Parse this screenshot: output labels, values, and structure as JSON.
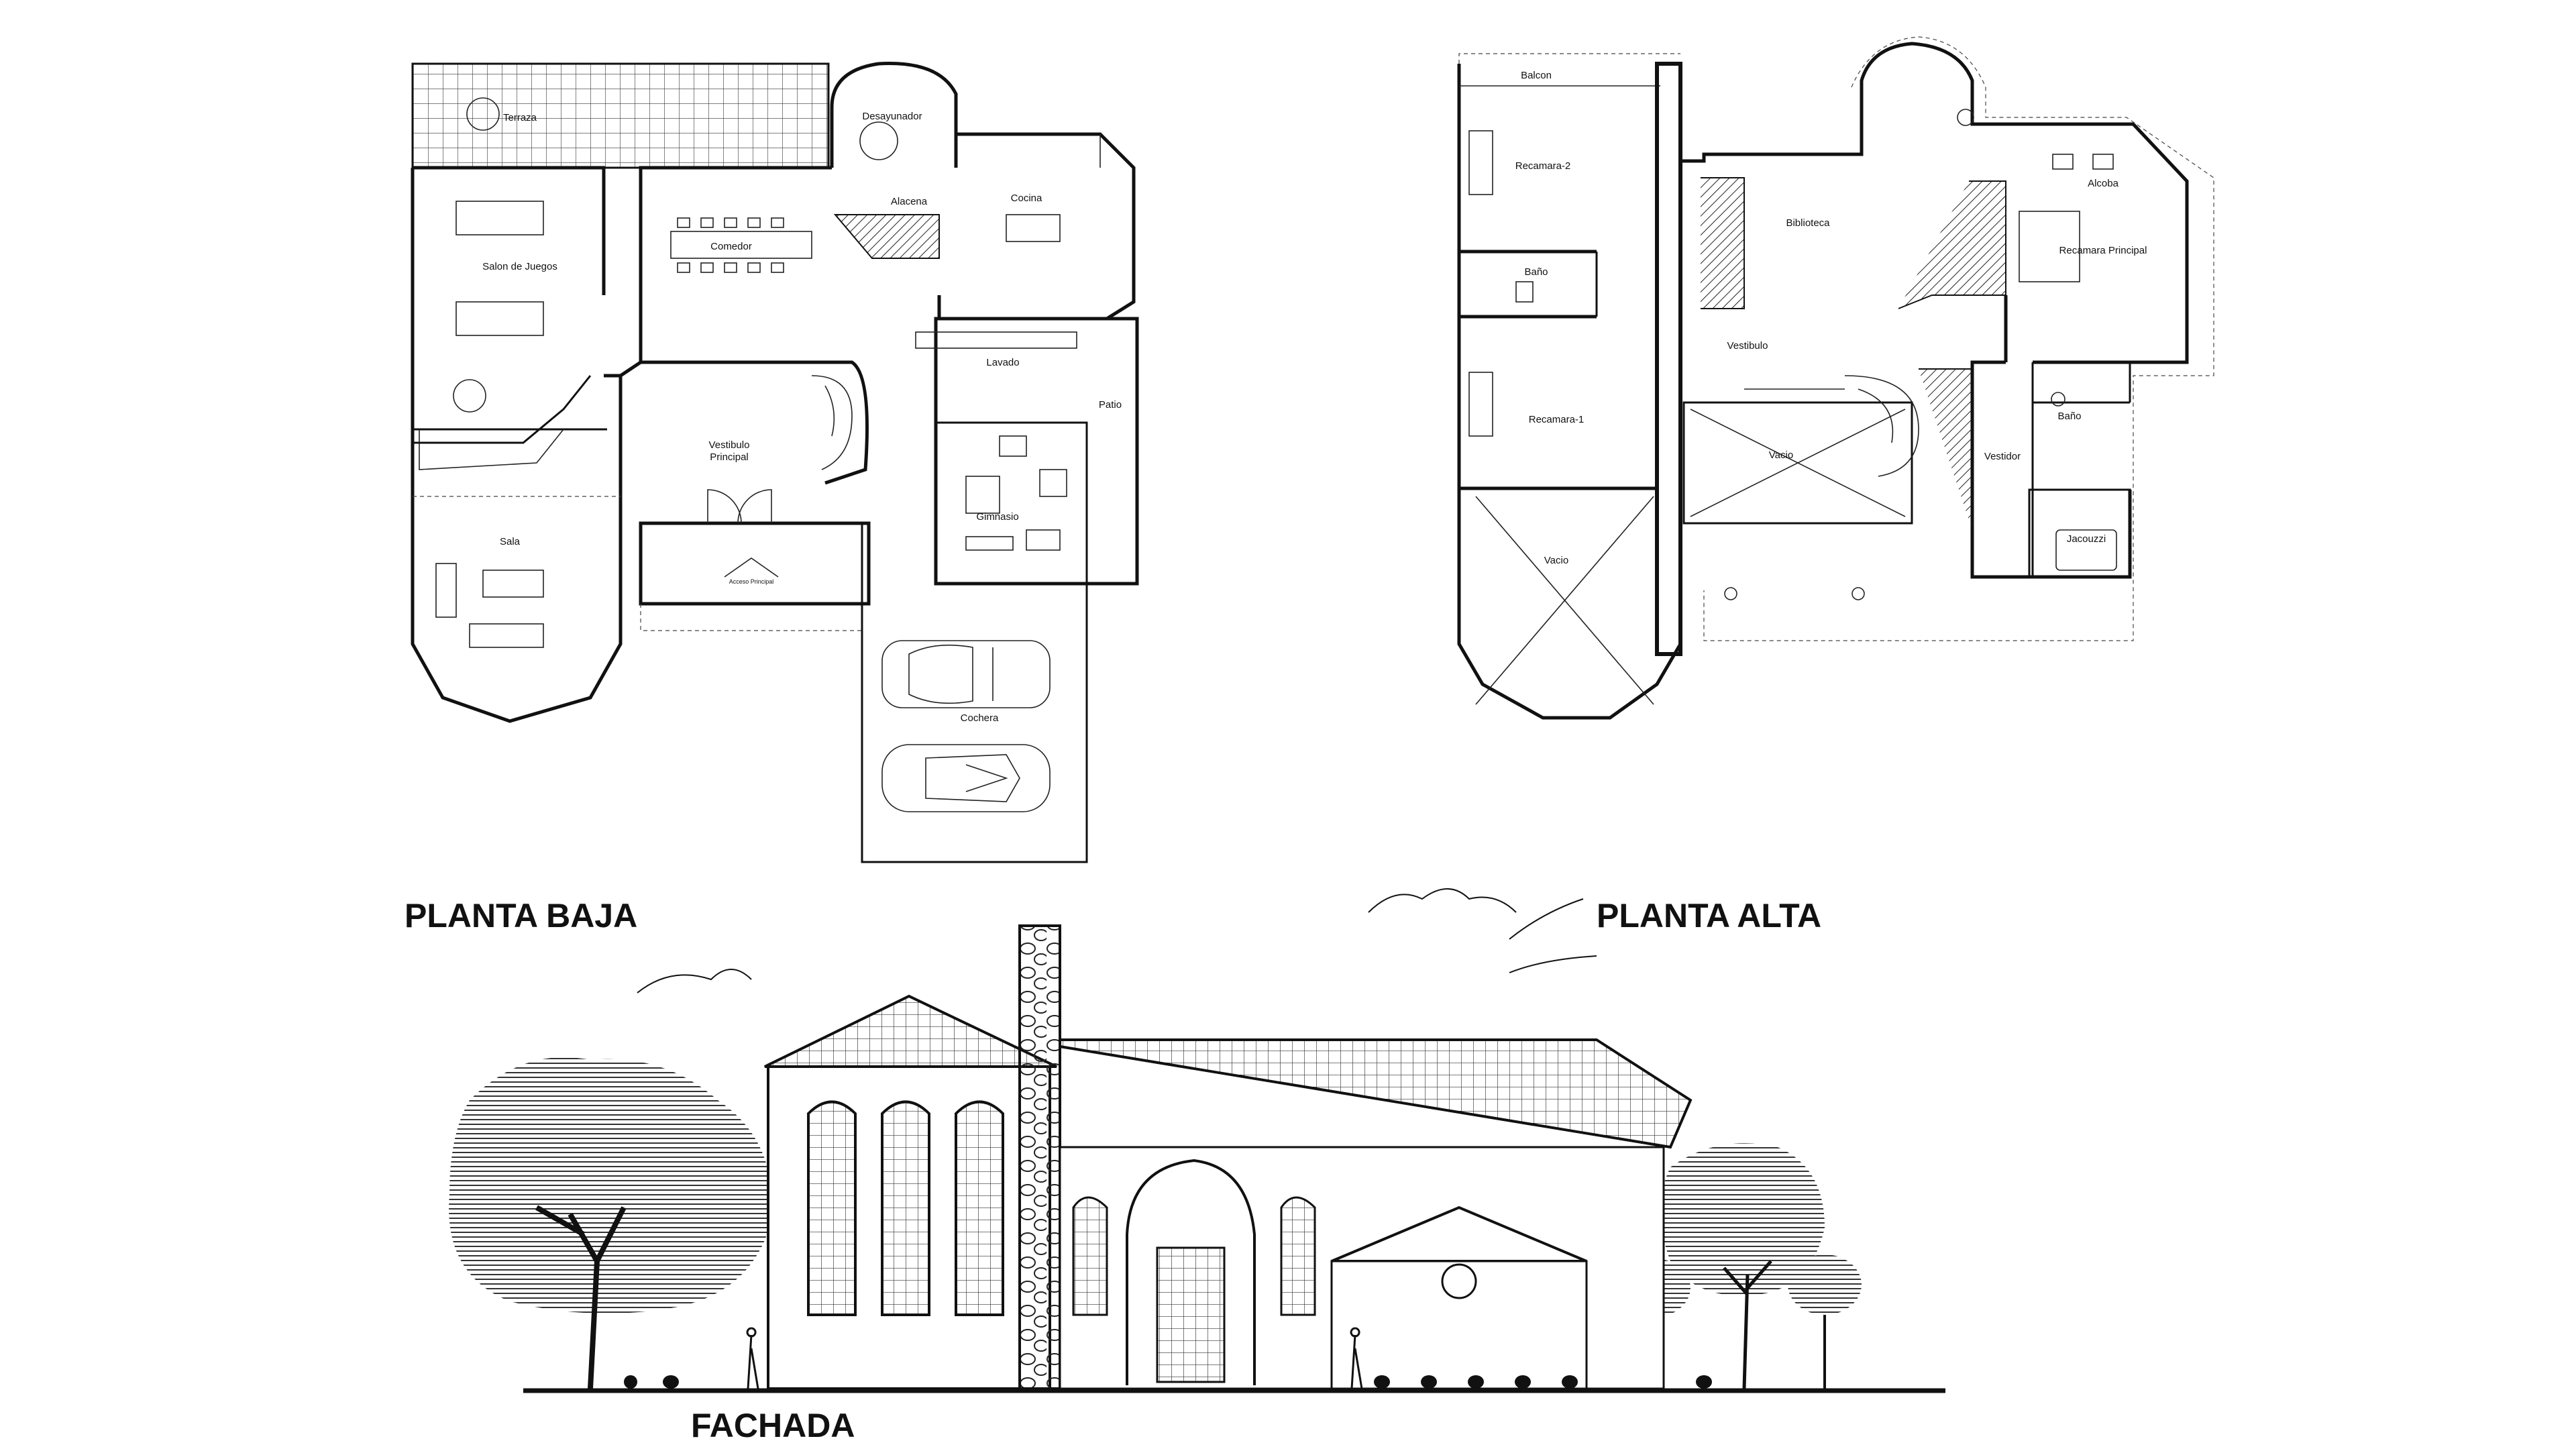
{
  "titles": {
    "ground": "PLANTA BAJA",
    "upper": "PLANTA ALTA",
    "facade": "FACHADA"
  },
  "ground_floor": {
    "terraza": "Terraza",
    "desayunador": "Desayunador",
    "comedor": "Comedor",
    "alacena": "Alacena",
    "cocina": "Cocina",
    "salon": "Salon de Juegos",
    "vestibulo_1": "Vestibulo",
    "vestibulo_2": "Principal",
    "lavado": "Lavado",
    "patio": "Patio",
    "gimnasio": "Gimnasio",
    "sala": "Sala",
    "acceso": "Acceso Principal",
    "cochera": "Cochera"
  },
  "upper_floor": {
    "balcon": "Balcon",
    "recamara2": "Recamara-2",
    "bano1": "Baño",
    "biblioteca": "Biblioteca",
    "alcoba": "Alcoba",
    "recamara_principal": "Recamara Principal",
    "vestibulo": "Vestibulo",
    "recamara1": "Recamara-1",
    "vacio1": "Vacio",
    "vestidor": "Vestidor",
    "bano2": "Baño",
    "jacouzzi": "Jacouzzi",
    "vacio2": "Vacio"
  }
}
